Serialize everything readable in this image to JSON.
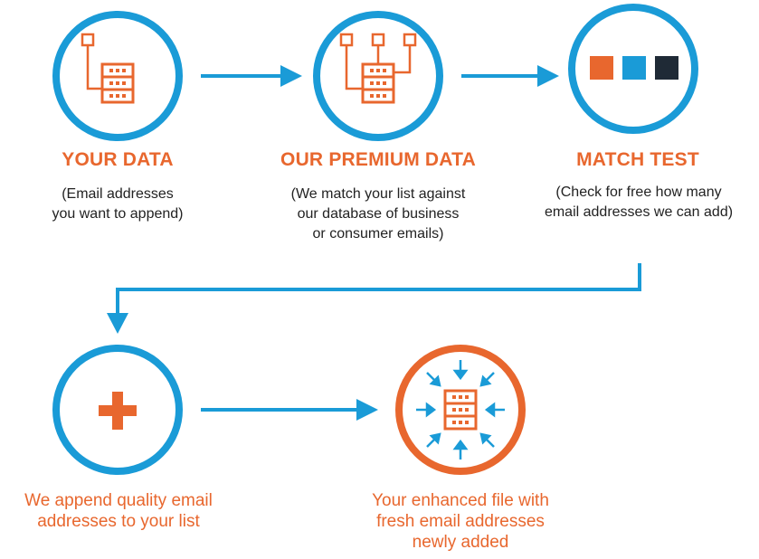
{
  "colors": {
    "blue": "#1a9bd7",
    "orange": "#e8672e",
    "dark": "#1f2a36",
    "text": "#222222"
  },
  "steps": [
    {
      "title": "YOUR DATA",
      "desc": [
        "(Email addresses",
        "you want to append)"
      ],
      "icon": "server-with-one-node-icon"
    },
    {
      "title": "OUR PREMIUM DATA",
      "desc": [
        "(We match your list against",
        "our database of business",
        "or consumer emails)"
      ],
      "icon": "server-with-three-nodes-icon"
    },
    {
      "title": "MATCH TEST",
      "desc": [
        "(Check for free how many",
        "email addresses we can add)"
      ],
      "icon": "color-squares-icon"
    },
    {
      "caption": [
        "We append quality email",
        "addresses to your list"
      ],
      "icon": "plus-icon"
    },
    {
      "caption": [
        "Your enhanced file with",
        "fresh email addresses",
        "newly added"
      ],
      "icon": "server-with-inward-arrows-icon"
    }
  ]
}
